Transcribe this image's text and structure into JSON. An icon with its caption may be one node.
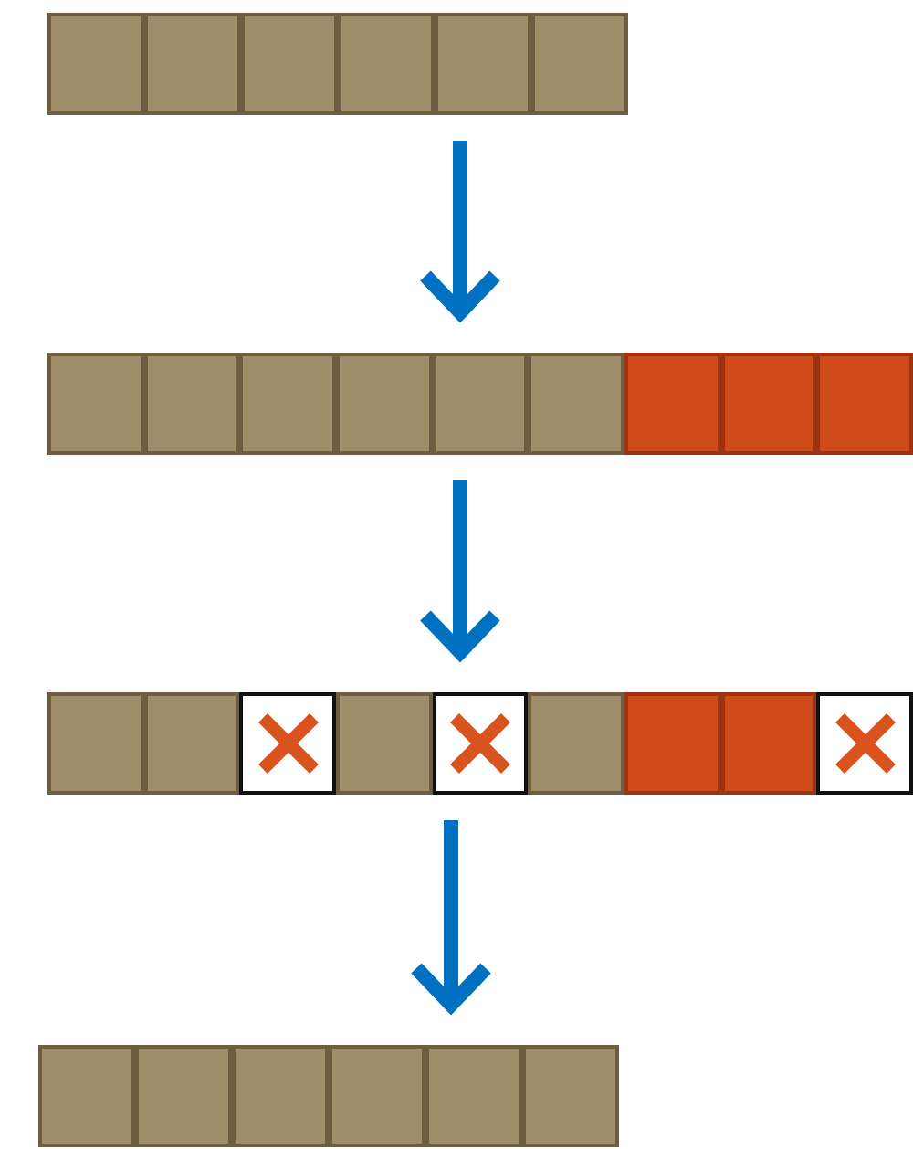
{
  "diagram": {
    "nodes": [
      {
        "text": [],
        "shape": "bar"
      },
      {
        "text": [],
        "shape": "box",
        "in": 0
      },
      {
        "text": [],
        "shape": "box",
        "in": 0
      },
      {
        "text": [],
        "shape": "box",
        "in": 0
      },
      {
        "text": [],
        "shape": "box",
        "in": 0
      },
      {
        "text": [],
        "shape": "box",
        "in": 0
      },
      {
        "text": [],
        "shape": "box",
        "in": 0
      },
      {
        "text": [],
        "shape": "bar"
      },
      {
        "text": [],
        "shape": "box",
        "in": 7
      },
      {
        "text": [],
        "shape": "box",
        "in": 7
      },
      {
        "text": [],
        "shape": "box",
        "in": 7
      },
      {
        "text": [],
        "shape": "box",
        "in": 7
      },
      {
        "text": [],
        "shape": "box",
        "in": 7
      },
      {
        "text": [],
        "shape": "box",
        "in": 7
      },
      {
        "text": [],
        "shape": "box",
        "in": 7
      },
      {
        "text": [],
        "shape": "box",
        "in": 7
      },
      {
        "text": [],
        "shape": "box",
        "in": 7
      },
      {
        "text": [],
        "shape": "bar"
      },
      {
        "text": [],
        "shape": "box",
        "in": 17
      },
      {
        "text": [],
        "shape": "box",
        "in": 17
      },
      {
        "text": [],
        "shape": "box",
        "in": 17
      },
      {
        "text": [],
        "shape": "box",
        "in": 17
      },
      {
        "text": [],
        "shape": "box",
        "in": 17
      },
      {
        "text": [],
        "shape": "box",
        "in": 17
      },
      {
        "text": [],
        "shape": "box",
        "in": 17
      },
      {
        "text": [],
        "shape": "box",
        "in": 17
      },
      {
        "text": [],
        "shape": "box",
        "in": 17
      },
      {
        "text": [],
        "shape": "bar"
      },
      {
        "text": [],
        "shape": "box",
        "in": 27
      },
      {
        "text": [],
        "shape": "box",
        "in": 27
      },
      {
        "text": [],
        "shape": "box",
        "in": 27
      },
      {
        "text": [],
        "shape": "box",
        "in": 27
      },
      {
        "text": [],
        "shape": "box",
        "in": 27
      },
      {
        "text": [],
        "shape": "box",
        "in": 27
      }
    ],
    "edges": [
      {
        "from": 0,
        "to": 7,
        "arrow": "to"
      },
      {
        "from": 7,
        "to": 17,
        "arrow": "to"
      },
      {
        "from": 17,
        "to": 27,
        "arrow": "to"
      }
    ]
  }
}
